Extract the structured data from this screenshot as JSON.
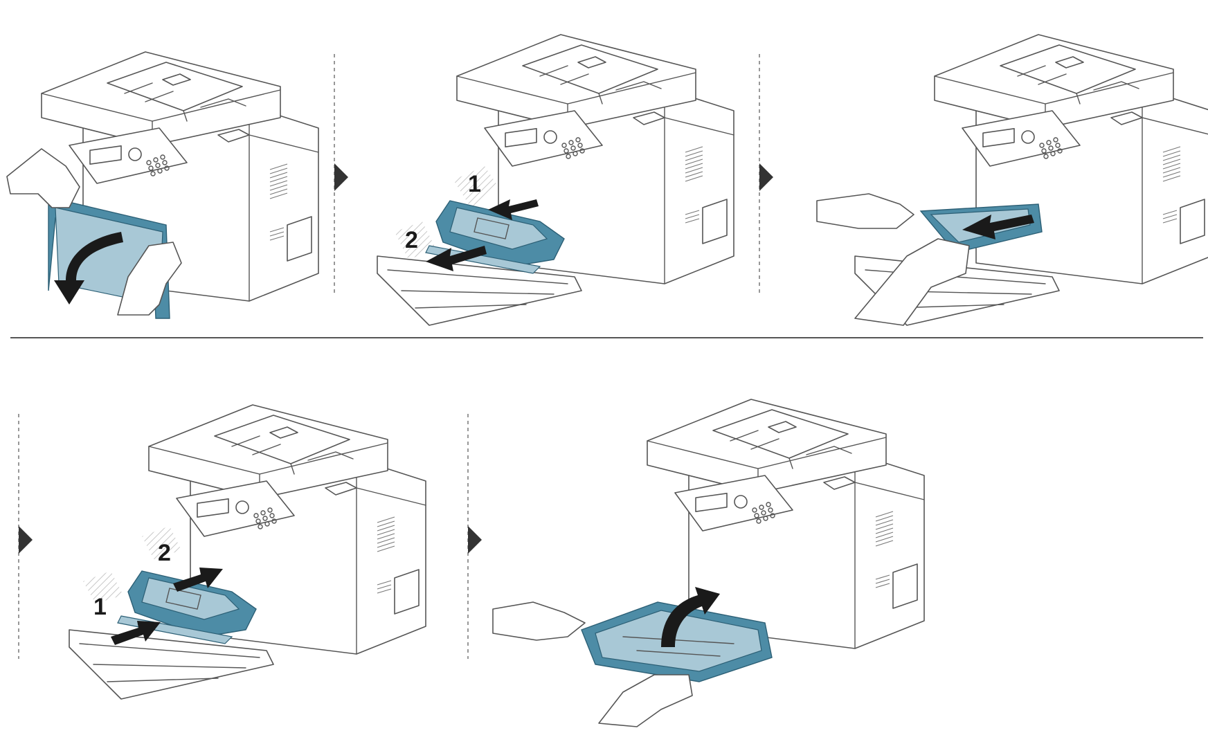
{
  "colors": {
    "accent_part": "#4d8ca6",
    "accent_dark": "#2c5f75",
    "outline": "#555555",
    "arrow": "#1a1a1a",
    "divider": "#555555"
  },
  "steps": [
    {
      "number_labels": []
    },
    {
      "number_labels": [
        "1",
        "2"
      ]
    },
    {
      "number_labels": []
    },
    {
      "number_labels": [
        "2",
        "1"
      ]
    },
    {
      "number_labels": []
    }
  ]
}
